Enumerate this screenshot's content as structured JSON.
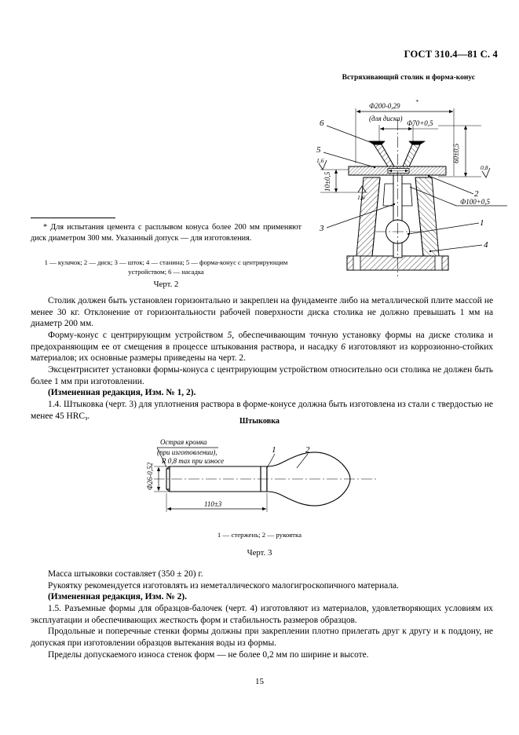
{
  "header": {
    "standard_ref": "ГОСТ 310.4—81 С. 4"
  },
  "figure1": {
    "title": "Встряхивающий столик и форма-конус",
    "caption": "Черт. 2",
    "legend": "1 — кулачок; 2 — диск; 3 — шток; 4 — станина; 5 — форма-конус с центрирующим устройством; 6 — насадка",
    "dimensions": {
      "d200": "Ф200-0,29",
      "d200_note": "(для диска)",
      "d200_star": "*",
      "d70": "Ф70+0,5",
      "h60": "60±0,5",
      "h10": "10±0,5",
      "d100": "Ф100+0,5",
      "rough_08": "0,8",
      "rough_16a": "1,6",
      "rough_16b": "1,6"
    },
    "item_numbers": [
      "1",
      "2",
      "3",
      "4",
      "5",
      "6"
    ]
  },
  "footnote": {
    "text": "* Для испытания цемента с расплывом конуса более 200 мм применяют диск диаметром 300 мм. Указанный допуск — для изготовления."
  },
  "body": {
    "p1": "Столик должен быть установлен горизонтально и закреплен на фундаменте либо на металлической плите массой не менее 30 кг. Отклонение от горизонтальности рабочей поверхности диска столика не должно превышать 1 мм на диаметр 200 мм.",
    "p2_a": "Форму-конус с центрирующим устройством ",
    "p2_i1": "5",
    "p2_b": ", обеспечивающим точную установку формы на диске столика и предохраняющим ее от смещения в процессе штыкования раствора, и насадку ",
    "p2_i2": "6",
    "p2_c": " изготовляют из коррозионно-стойких материалов; их основные размеры приведены на черт. 2.",
    "p3": "Эксцентриситет установки формы-конуса с центрирующим устройством относительно оси столика не должен быть более 1 мм при изготовлении.",
    "p4_bold": "(Измененная редакция, Изм. № 1, 2).",
    "p5_a": "1.4.  Штыковка (черт. 3) для уплотнения раствора в форме-конусе должна быть изготовлена из стали с твердостью не менее 45 HRC",
    "p5_sub": "э",
    "p5_b": "."
  },
  "figure2": {
    "title": "Штыковка",
    "caption": "Черт. 3",
    "legend": "1 — стержень; 2 — рукоятка",
    "annotation_line1": "Острая  кромка",
    "annotation_line2": "(при  изготовлении),",
    "annotation_line3": "R 0,8 max при износе",
    "dim_length": "110±3",
    "dim_diameter": "Ф26-0,52",
    "item_numbers": [
      "1",
      "2"
    ]
  },
  "body2": {
    "p1": "Масса штыковки составляет (350 ± 20) г.",
    "p2": "Рукоятку рекомендуется изготовлять из неметаллического малогигроскопичного материала.",
    "p3_bold": "(Измененная редакция, Изм. № 2).",
    "p4": "1.5.  Разъемные формы для образцов-балочек (черт. 4) изготовляют из материалов, удовлетворяющих условиям их эксплуатации и обеспечивающих жесткость форм и стабильность размеров образцов.",
    "p5": "Продольные и поперечные стенки формы должны при закреплении плотно прилегать друг к другу и к поддону, не допуская при изготовлении образцов вытекания воды из формы.",
    "p6": "Пределы допускаемого износа стенок форм — не более 0,2 мм по ширине и высоте."
  },
  "footer": {
    "page_number": "15"
  }
}
